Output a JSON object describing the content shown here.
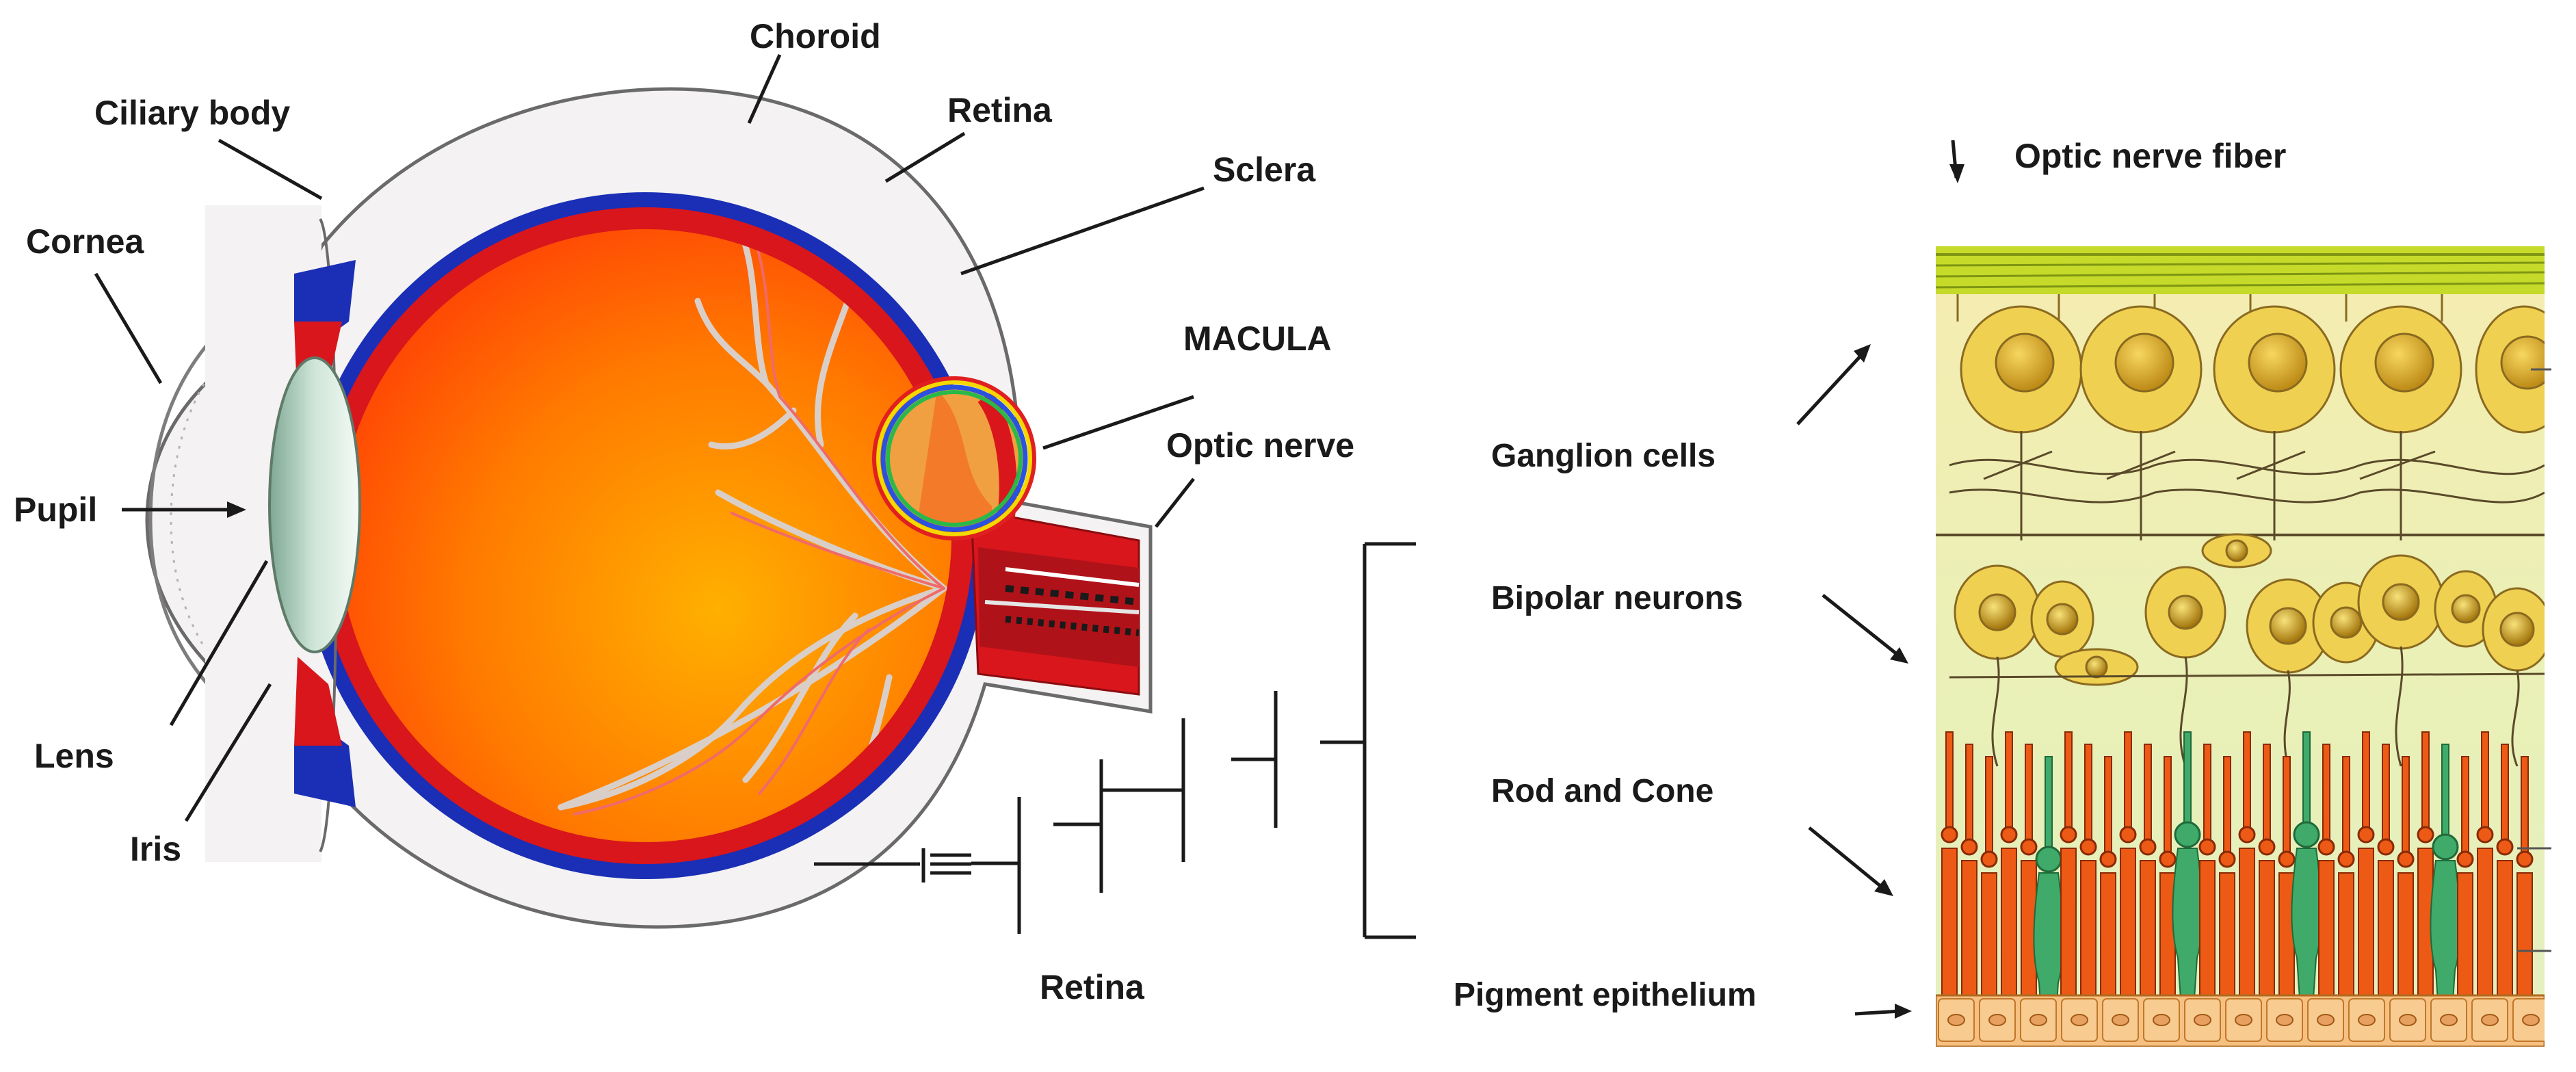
{
  "eye_labels": {
    "choroid": "Choroid",
    "ciliary_body": "Ciliary body",
    "retina": "Retina",
    "sclera": "Sclera",
    "cornea": "Cornea",
    "macula": "MACULA",
    "optic_nerve": "Optic nerve",
    "pupil": "Pupil",
    "lens": "Lens",
    "iris": "Iris",
    "retina_bottom": "Retina"
  },
  "retina_labels": {
    "optic_nerve_fiber": "Optic nerve fiber",
    "ganglion_cells": "Ganglion cells",
    "bipolar_neurons": "Bipolar neurons",
    "rod_and_cone": "Rod and Cone",
    "pigment_epithelium": "Pigment epithelium"
  },
  "colors": {
    "sclera": "#f4f2f2",
    "choroid": "#1a2fb5",
    "retina_layer": "#d8161c",
    "vitreous_outer": "#ff3300",
    "vitreous_inner": "#ffb000",
    "lens": "#cfe6d8",
    "fiber_layer": "#c8dc2a",
    "ganglion_cell": "#e0b020",
    "cone_green": "#3faa6a",
    "rod_orange": "#ec5a16"
  }
}
